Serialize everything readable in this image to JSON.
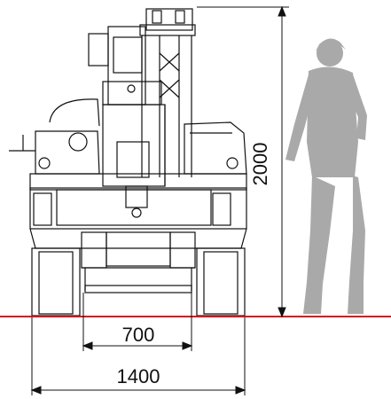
{
  "dimensions": {
    "height_label": "2000",
    "track_gauge_label": "700",
    "overall_width_label": "1400"
  },
  "colors": {
    "ground_line": "#d4131c",
    "machine_stroke": "#111111",
    "person_fill": "#a9a9a9"
  },
  "icons": {
    "human_scale_figure": "standing-person-silhouette"
  }
}
